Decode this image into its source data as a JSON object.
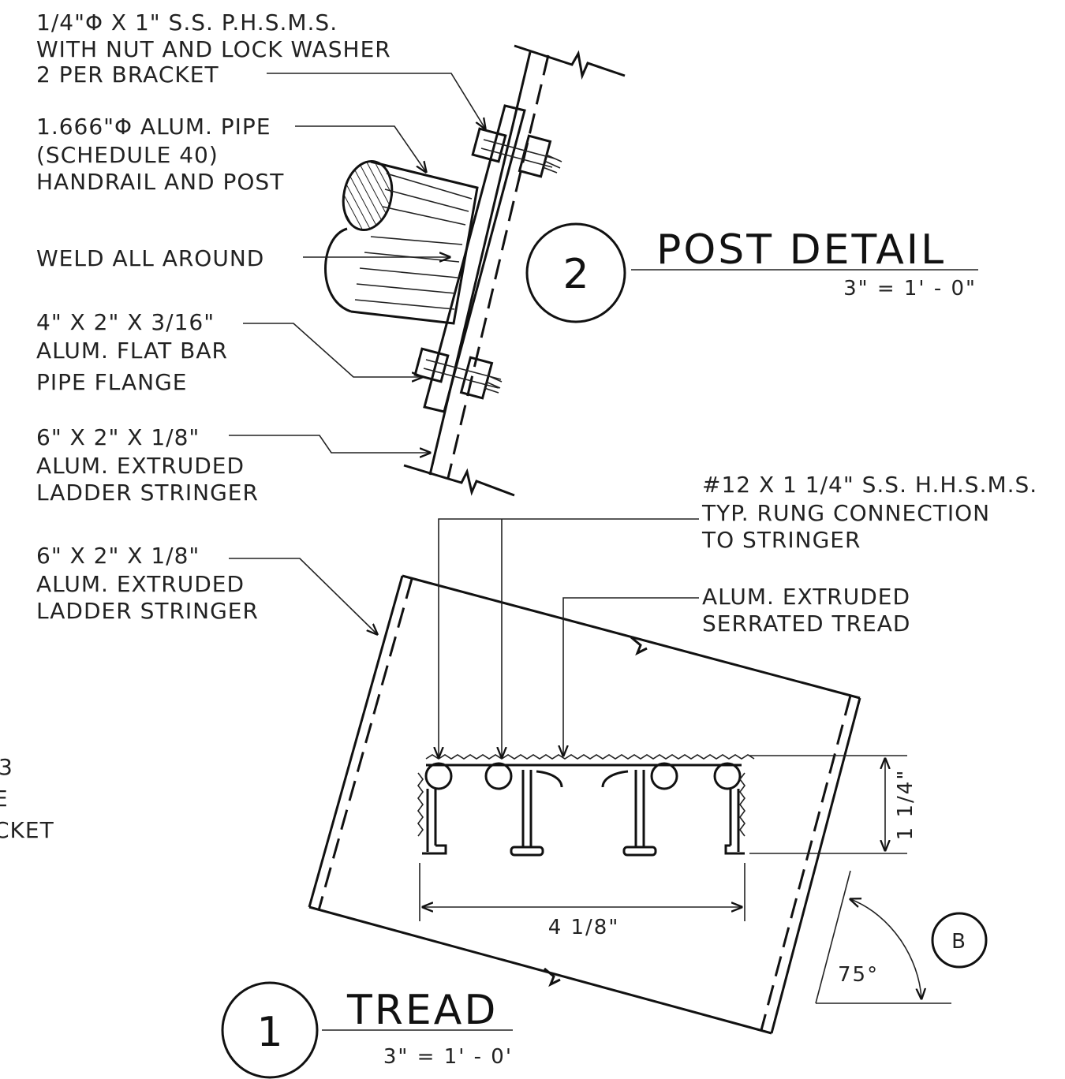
{
  "post_detail": {
    "number": "2",
    "title": "POST DETAIL",
    "scale": "3\" = 1' - 0\"",
    "callouts": {
      "bolt": [
        "1/4\"Φ X 1\" S.S. P.H.S.M.S.",
        "WITH NUT AND LOCK WASHER",
        "2 PER BRACKET"
      ],
      "pipe": [
        "1.666\"Φ ALUM. PIPE",
        "(SCHEDULE 40)",
        "HANDRAIL AND POST"
      ],
      "weld": [
        "WELD ALL AROUND"
      ],
      "flat_bar": [
        "4\" X 2\" X 3/16\"",
        "ALUM. FLAT BAR",
        "PIPE FLANGE"
      ],
      "stringer": [
        "6\" X 2\" X 1/8\"",
        "ALUM. EXTRUDED",
        "LADDER STRINGER"
      ]
    }
  },
  "tread_detail": {
    "number": "1",
    "title": "TREAD",
    "scale": "3\" = 1' - 0'",
    "callouts": {
      "stringer": [
        "6\" X 2\" X 1/8\"",
        "ALUM. EXTRUDED",
        "LADDER STRINGER"
      ],
      "screw": [
        "#12 X 1 1/4\" S.S. H.H.S.M.S.",
        "TYP. RUNG CONNECTION",
        "TO STRINGER"
      ],
      "tread": [
        "ALUM. EXTRUDED",
        "SERRATED TREAD"
      ]
    },
    "dim_height": "1 1/4\"",
    "dim_width": "4 1/8\"",
    "angle": "75°",
    "section_mark": "B"
  },
  "left_fragment": [
    "3",
    "E",
    "CKET"
  ]
}
